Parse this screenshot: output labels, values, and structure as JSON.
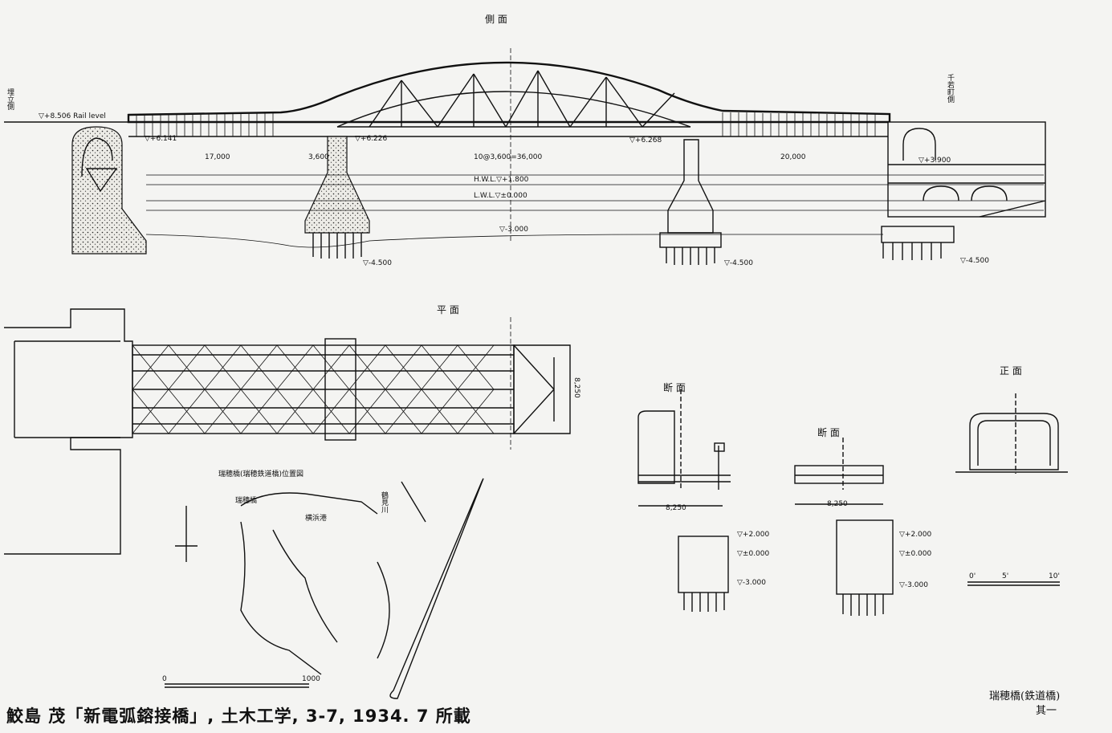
{
  "drawing": {
    "side_view_title": "側 面",
    "plan_view_title": "平 面",
    "section_a_title": "断 面",
    "section_b_title": "断 面",
    "front_view_title": "正 面",
    "left_bank_label": "埋立側",
    "right_bank_label": "千若町側",
    "rail_level": "▽+8.506 Rail level",
    "side_dims": {
      "left_span": "17,000",
      "left_pier": "3,600",
      "center_span": "10@3,600=36,000",
      "right_span": "20,000",
      "level_left": "▽+6.141",
      "level_pier": "▽+6.226",
      "level_right": "▽+6.268",
      "hwl": "H.W.L.▽+1.800",
      "lwl": "L.W.L.▽±0.000",
      "bed": "▽-3.000",
      "right_top": "▽+3.900",
      "pile_a": "▽-4.500",
      "pile_b": "▽-4.500",
      "pile_c": "▽-4.500"
    },
    "plan_width": "8,250",
    "section_width_a": "8,250",
    "section_width_b": "8,250",
    "section_levels": [
      "▽+2.000",
      "▽±0.000",
      "▽-3.000"
    ],
    "scale_labels": [
      "0'",
      "5'",
      "10'"
    ],
    "map": {
      "title": "瑞穂橋(瑞穂鉄道橋)位置図",
      "scale_left": "0",
      "scale_right": "1000",
      "labels": [
        "瑞穂橋",
        "鶴見川",
        "横浜港"
      ]
    },
    "caption": "鮫島 茂「新電弧鎔接橋」, 土木工学, 3-7, 1934. 7 所載",
    "sheet_title": "瑞穂橋(鉄道橋)",
    "sheet_number": "其一"
  }
}
